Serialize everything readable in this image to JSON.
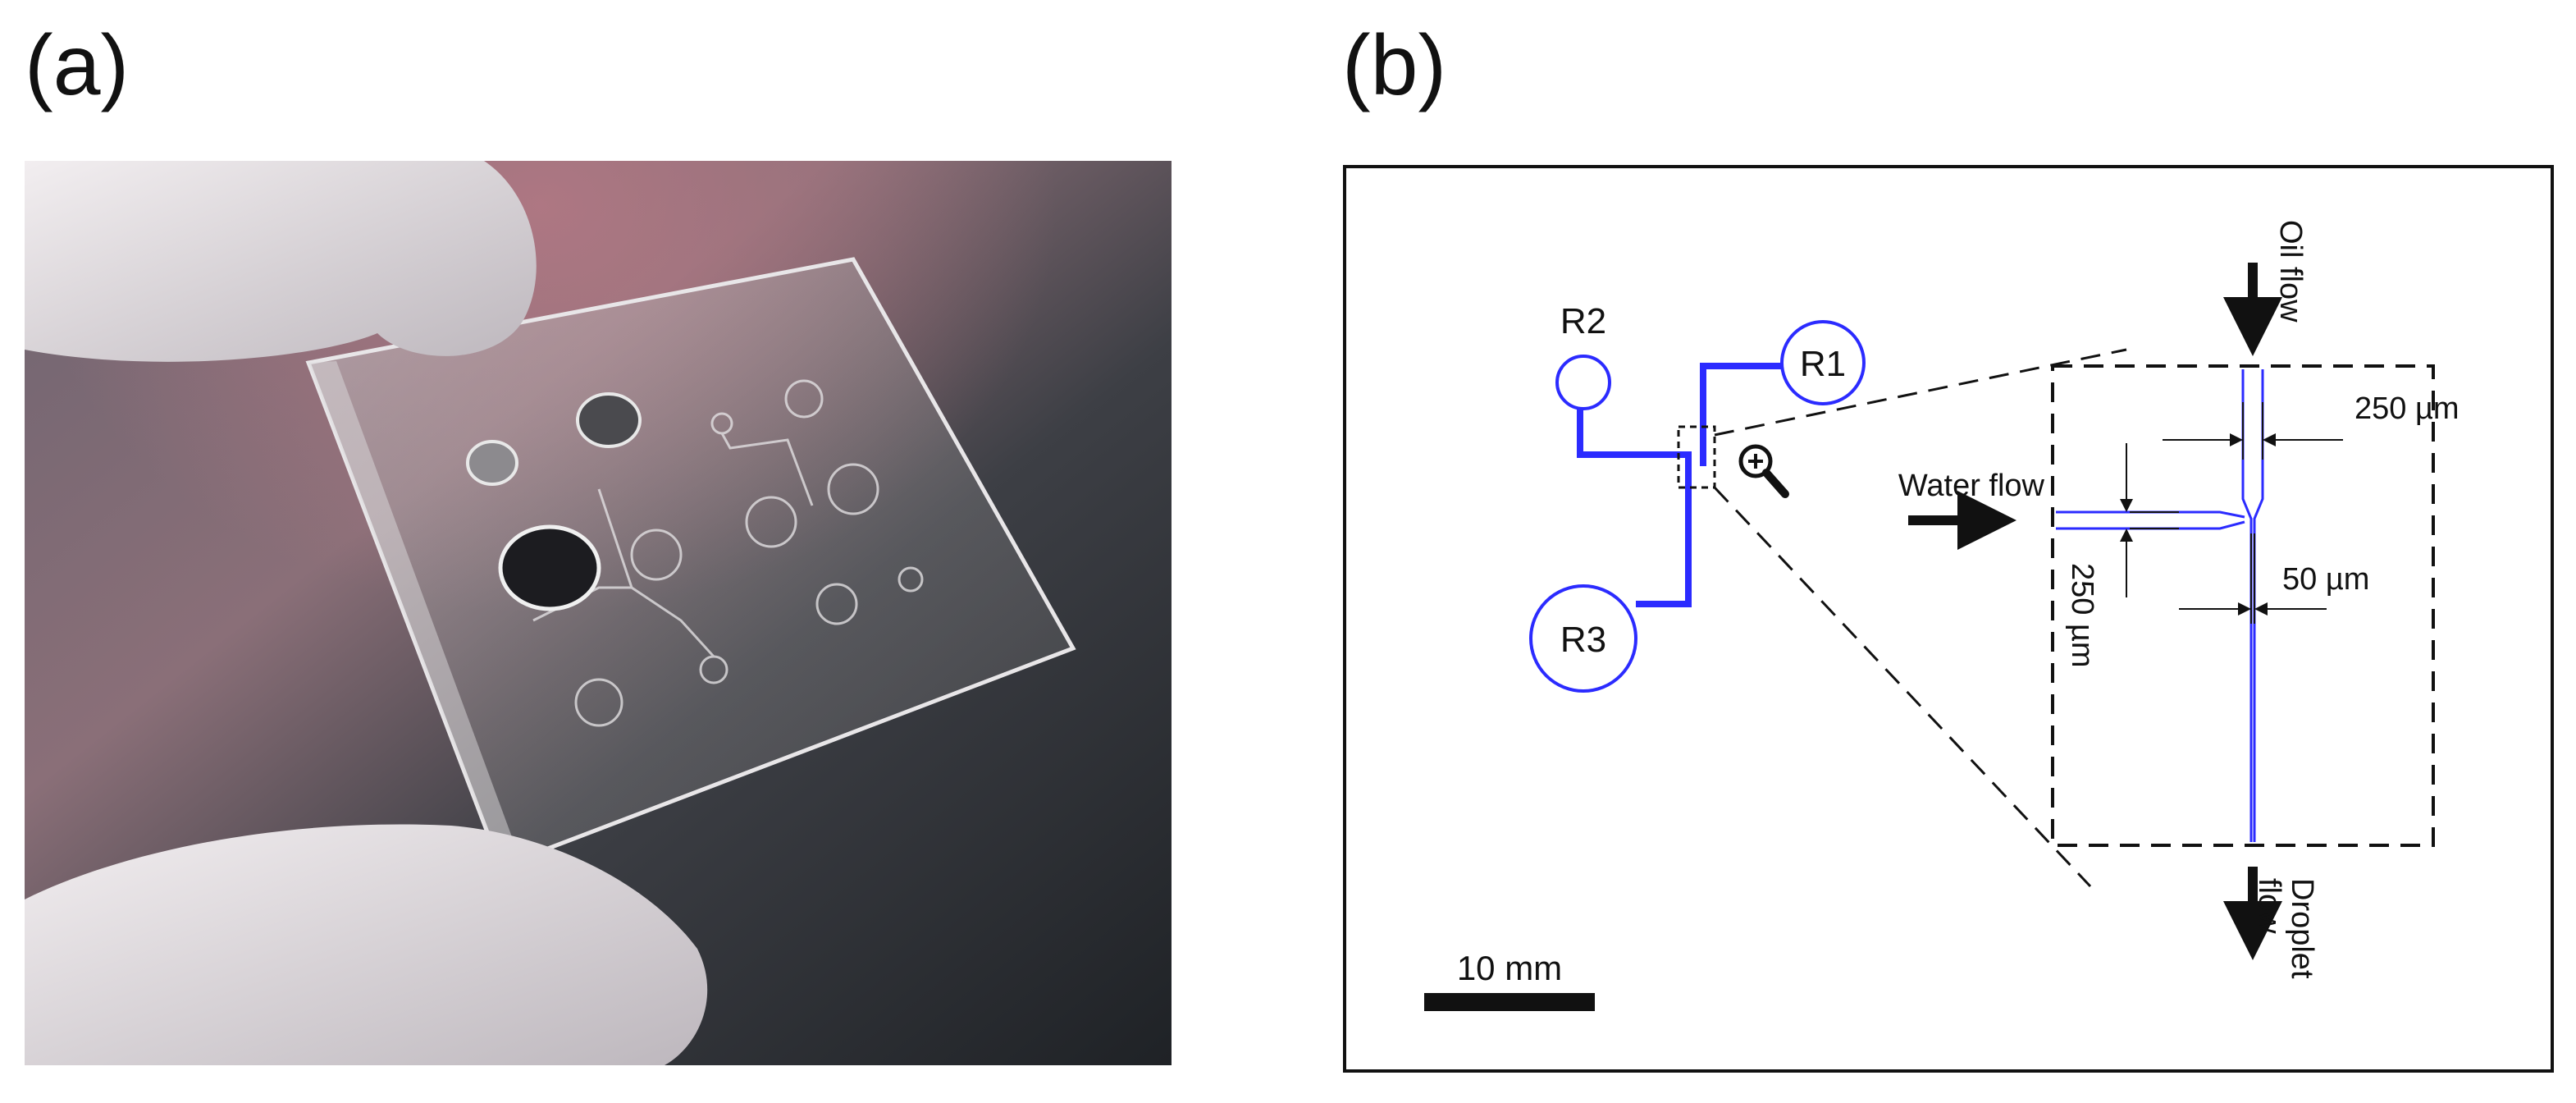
{
  "panels": {
    "a": {
      "label": "(a)"
    },
    "b": {
      "label": "(b)"
    }
  },
  "diagram": {
    "reservoirs": {
      "r1": "R1",
      "r2": "R2",
      "r3": "R3"
    },
    "flows": {
      "oil": "Oil flow",
      "water": "Water flow",
      "droplet_line1": "Droplet",
      "droplet_line2": "flow"
    },
    "dimensions": {
      "oil_channel_width": "250 µm",
      "water_channel_width": "250 µm",
      "outlet_width": "50 µm"
    },
    "scale_bar": {
      "label": "10 mm"
    },
    "colors": {
      "channel": "#2b2bff",
      "annotation": "#111111"
    }
  }
}
